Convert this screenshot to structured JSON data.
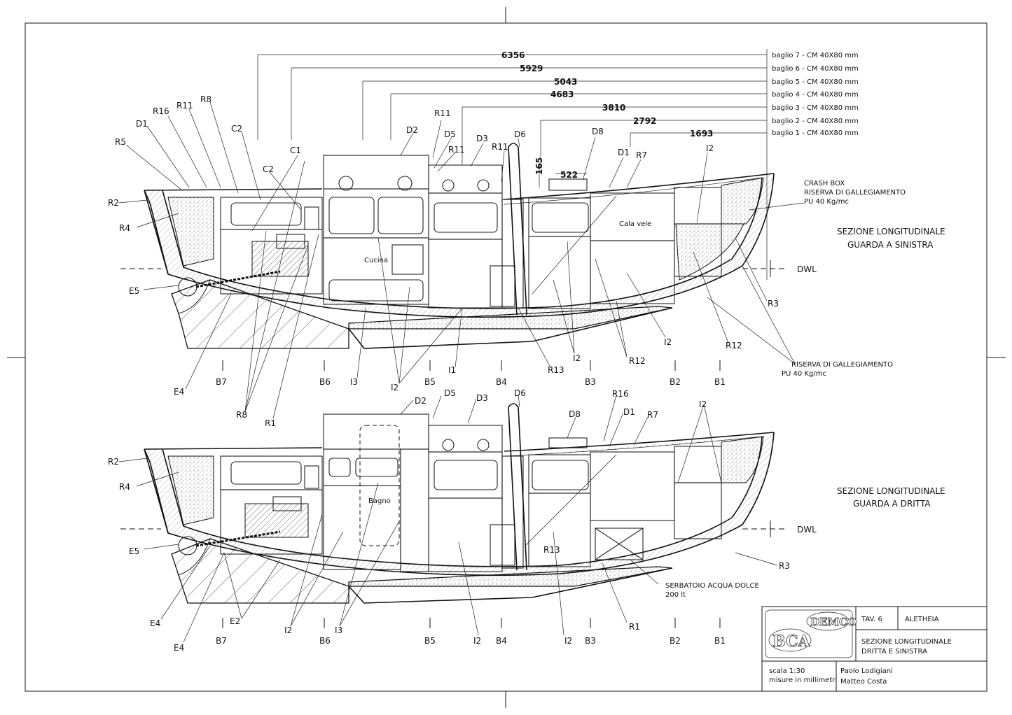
{
  "dimensions": [
    {
      "value": "6356",
      "baglio": "baglio 7 - CM 40X80 mm"
    },
    {
      "value": "5929",
      "baglio": "baglio 6 - CM 40X80 mm"
    },
    {
      "value": "5043",
      "baglio": "baglio 5 - CM 40X80 mm"
    },
    {
      "value": "4683",
      "baglio": "baglio 4 - CM 40X80 mm"
    },
    {
      "value": "3810",
      "baglio": "baglio 3 - CM 40X80 mm"
    },
    {
      "value": "2792",
      "baglio": "baglio 2 - CM 40X80 mm"
    },
    {
      "value": "1693",
      "baglio": "baglio 1 - CM 40X80 mm"
    }
  ],
  "top_view": {
    "section_title_1": "SEZIONE LONGITUDINALE",
    "section_title_2": "GUARDA A SINISTRA",
    "crash_1": "CRASH BOX",
    "crash_2": "RISERVA DI GALLEGIAMENTO",
    "crash_3": "PU 40 Kg/mc",
    "riserva_1": "RISERVA DI GALLEGIAMENTO",
    "riserva_2": "PU 40 Kg/mc",
    "cucina": "Cucina",
    "cala_vele": "Cala vele",
    "dwl": "DWL",
    "dim_165": "165",
    "dim_522": "522",
    "labels": {
      "R5": "R5",
      "D1a": "D1",
      "R16": "R16",
      "R11a": "R11",
      "R8a": "R8",
      "C2a": "C2",
      "C1": "C1",
      "C2b": "C2",
      "R2": "R2",
      "R4": "R4",
      "E5": "E5",
      "E4": "E4",
      "B7": "B7",
      "R8b": "R8",
      "R1": "R1",
      "B6": "B6",
      "I3": "I3",
      "I2a": "I2",
      "B5": "B5",
      "I1": "I1",
      "B4": "B4",
      "R13": "R13",
      "I2b": "I2",
      "B3": "B3",
      "R12a": "R12",
      "B2": "B2",
      "B1": "B1",
      "I2c": "I2",
      "R12b": "R12",
      "R3": "R3",
      "D2": "D2",
      "D5": "D5",
      "R11b": "R11",
      "R11c": "R11",
      "D3": "D3",
      "R11d": "R11",
      "D6": "D6",
      "D8": "D8",
      "D1b": "D1",
      "R7": "R7",
      "I2d": "I2"
    }
  },
  "bottom_view": {
    "section_title_1": "SEZIONE LONGITUDINALE",
    "section_title_2": "GUARDA A DRITTA",
    "bagno": "Bagno",
    "serbatoio_1": "SERBATOIO ACQUA DOLCE",
    "serbatoio_2": "200 lt",
    "dwl": "DWL",
    "labels": {
      "R2": "R2",
      "R4": "R4",
      "E5": "E5",
      "E4a": "E4",
      "E4b": "E4",
      "B7": "B7",
      "E2": "E2",
      "I2a": "I2",
      "B6": "B6",
      "I3": "I3",
      "B5": "B5",
      "I2b": "I2",
      "B4": "B4",
      "I2c": "I2",
      "B3": "B3",
      "R1": "R1",
      "B2": "B2",
      "B1": "B1",
      "R3": "R3",
      "D2": "D2",
      "D5": "D5",
      "D3": "D3",
      "D6": "D6",
      "D8": "D8",
      "R16": "R16",
      "D1": "D1",
      "R7": "R7",
      "I2d": "I2",
      "R13": "R13"
    }
  },
  "title_block": {
    "logo_1": "DEMCO",
    "logo_2": "BCA",
    "tav": "TAV. 6",
    "name": "ALETHEIA",
    "desc_1": "SEZIONE LONGITUDINALE",
    "desc_2": "DRITTA E SINISTRA",
    "scala": "scala 1:30",
    "misure": "misure in millimetri",
    "author_1": "Paolo Lodigiani",
    "author_2": "Matteo Costa"
  }
}
